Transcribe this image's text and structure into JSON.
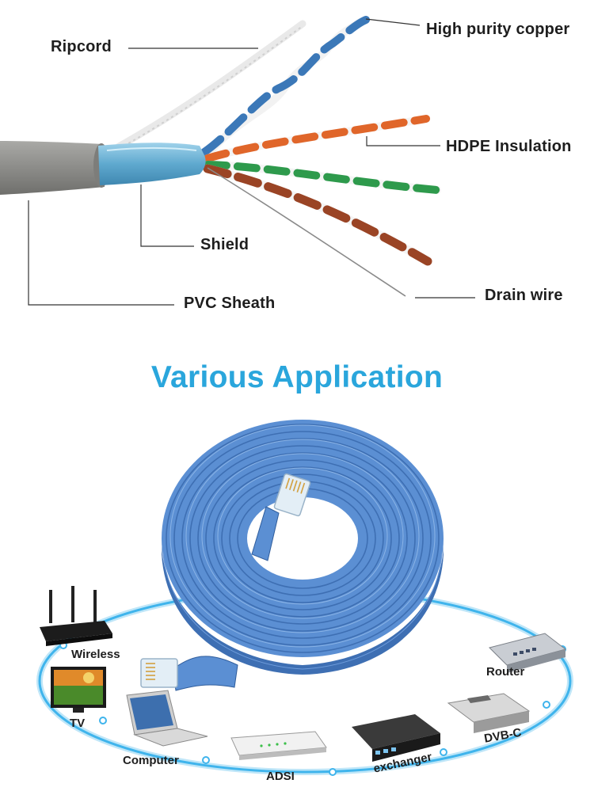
{
  "cable_labels": {
    "ripcord": "Ripcord",
    "copper": "High purity copper",
    "insulation": "HDPE Insulation",
    "shield": "Shield",
    "drain": "Drain wire",
    "sheath": "PVC Sheath"
  },
  "section_title": "Various Application",
  "devices": {
    "wireless": "Wireless",
    "tv": "TV",
    "computer": "Computer",
    "adsi": "ADSI",
    "exchanger": "exchanger",
    "dvbc": "DVB-C",
    "router": "Router"
  },
  "colors": {
    "title": "#2aa6dc",
    "flat_cable": "#5b8fd3",
    "ring": "#3fb4ec",
    "sheath": "#8c8c8a",
    "shield": "#6fb6d8"
  }
}
